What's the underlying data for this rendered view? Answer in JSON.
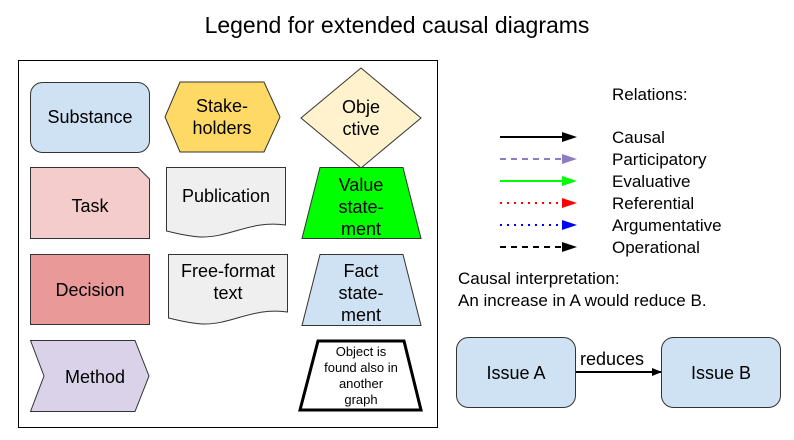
{
  "title": "Legend for extended causal diagrams",
  "node_types": {
    "substance": {
      "lines": [
        "Substance"
      ],
      "fill": "#cfe2f3"
    },
    "stakeholders": {
      "lines": [
        "Stake-",
        "holders"
      ],
      "fill": "#ffd966"
    },
    "objective": {
      "lines": [
        "Obje",
        "ctive"
      ],
      "fill": "#fff2cc"
    },
    "task": {
      "lines": [
        "Task"
      ],
      "fill": "#f4cccc"
    },
    "publication": {
      "lines": [
        "Publication"
      ],
      "fill": "#efefef"
    },
    "value_statement": {
      "lines": [
        "Value",
        "state-",
        "ment"
      ],
      "fill": "#00ff00"
    },
    "decision": {
      "lines": [
        "Decision"
      ],
      "fill": "#ea9999"
    },
    "free_format_text": {
      "lines": [
        "Free-format",
        "text"
      ],
      "fill": "#efefef"
    },
    "fact_statement": {
      "lines": [
        "Fact",
        "state-",
        "ment"
      ],
      "fill": "#cfe2f3"
    },
    "method": {
      "lines": [
        "Method"
      ],
      "fill": "#d9d2e9"
    },
    "found_elsewhere": {
      "lines": [
        "Object is",
        "found also in",
        "another",
        "graph"
      ],
      "fill": "#ffffff"
    }
  },
  "relations": {
    "heading": "Relations:",
    "items": [
      {
        "label": "Causal",
        "color": "#000000",
        "style": "solid"
      },
      {
        "label": "Participatory",
        "color": "#8e7cc3",
        "style": "dashed"
      },
      {
        "label": "Evaluative",
        "color": "#00ff00",
        "style": "solid"
      },
      {
        "label": "Referential",
        "color": "#ff0000",
        "style": "dotted"
      },
      {
        "label": "Argumentative",
        "color": "#0000ff",
        "style": "dotted"
      },
      {
        "label": "Operational",
        "color": "#000000",
        "style": "dashed"
      }
    ]
  },
  "example": {
    "heading": "Causal interpretation:",
    "sentence": "An increase in A would reduce B.",
    "node_a": "Issue A",
    "node_b": "Issue B",
    "edge_label": "reduces",
    "node_fill": "#cfe2f3"
  }
}
